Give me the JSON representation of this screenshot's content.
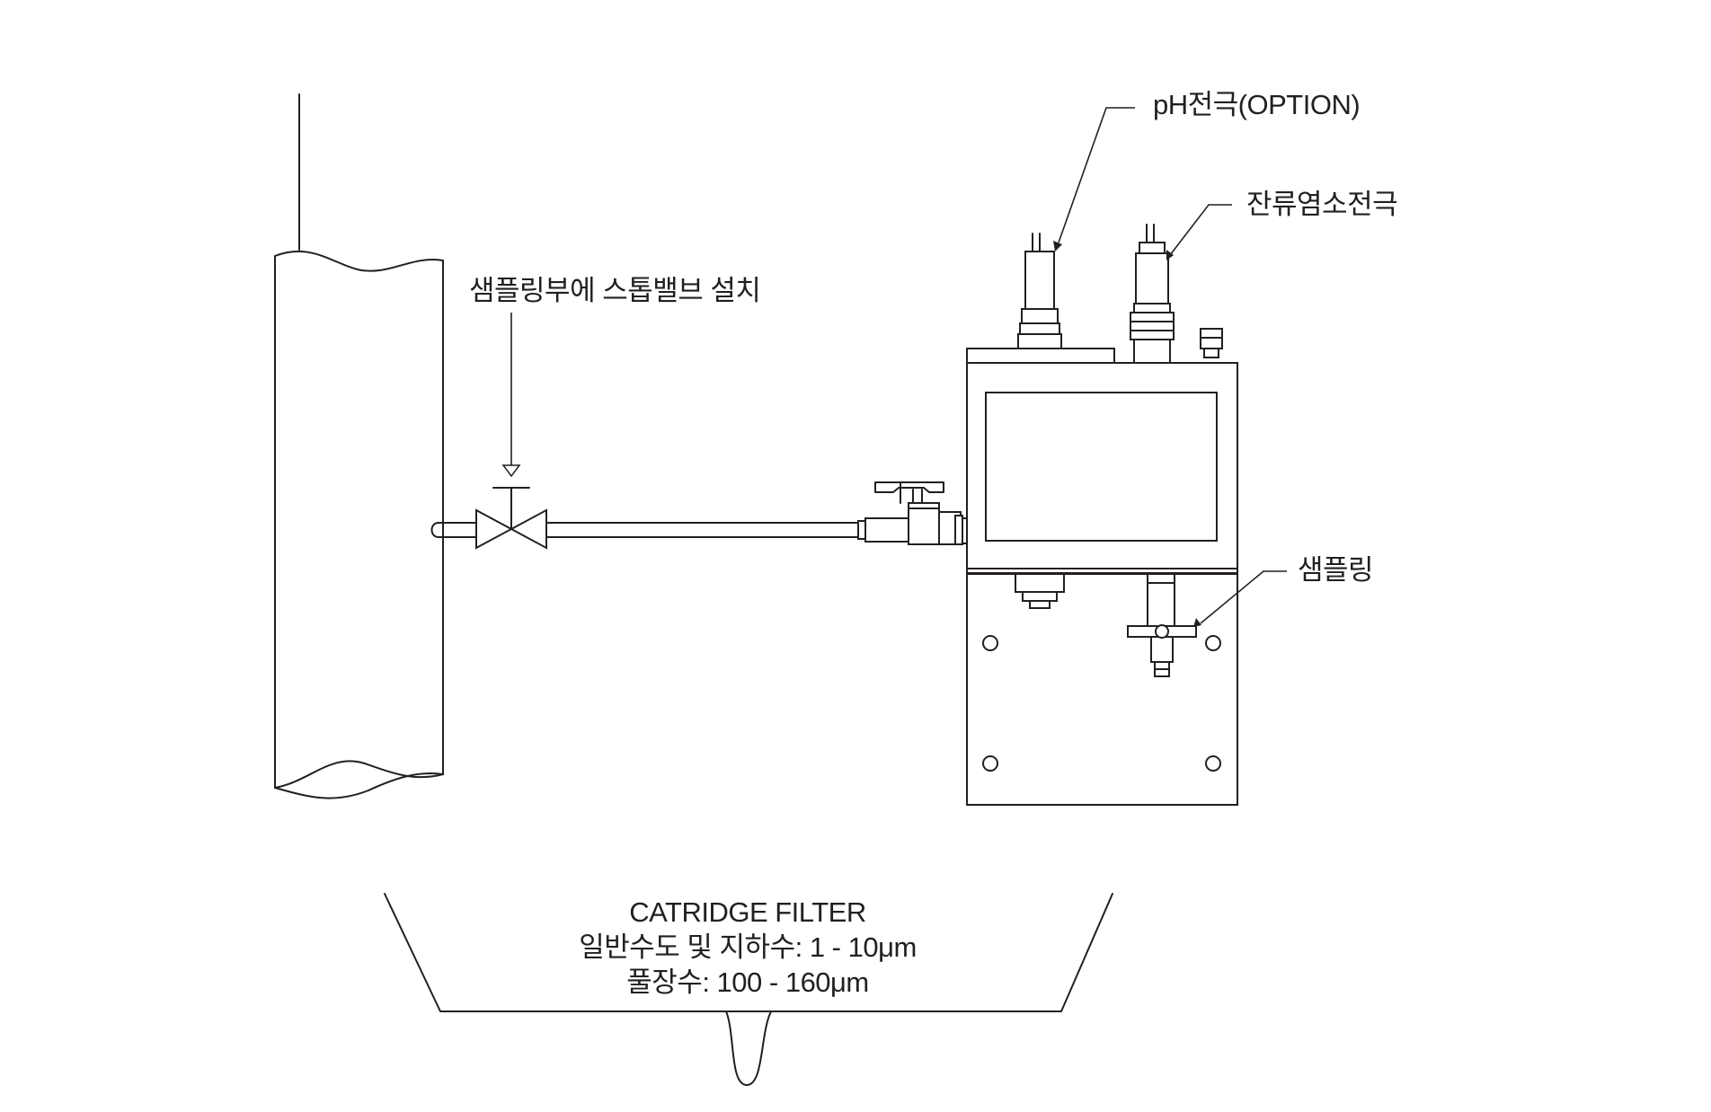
{
  "labels": {
    "ph_electrode": "pH전극(OPTION)",
    "chlorine_electrode": "잔류염소전극",
    "stop_valve": "샘플링부에 스톱밸브 설치",
    "sampling": "샘플링"
  },
  "filter_box": {
    "title": "CATRIDGE FILTER",
    "line1": "일반수도 및 지하수: 1 - 10μm",
    "line2": "풀장수: 100 - 160μm"
  },
  "colors": {
    "line": "#231f20",
    "background": "#ffffff"
  }
}
